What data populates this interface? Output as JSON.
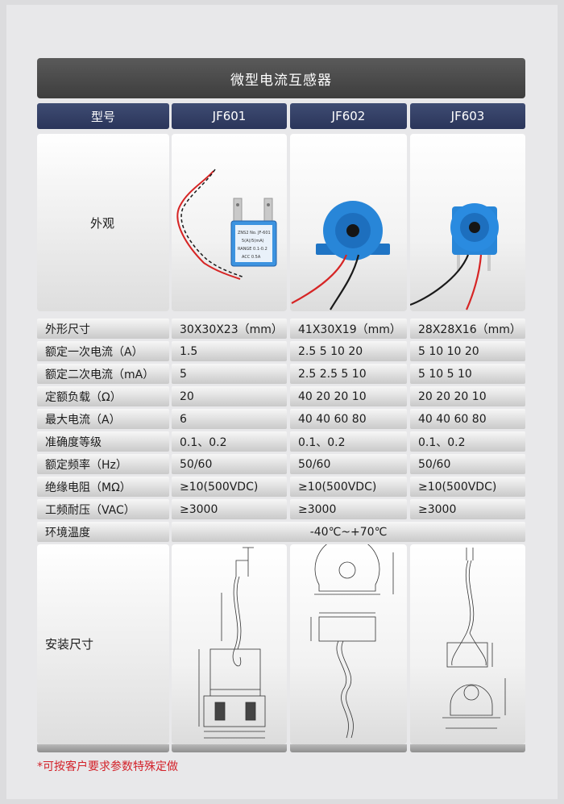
{
  "title": "微型电流互感器",
  "header": {
    "model_label": "型号",
    "models": [
      "JF601",
      "JF602",
      "JF603"
    ]
  },
  "appearance_label": "外观",
  "jf601_label_text": [
    "ZNS2 No. JF-601",
    "5(A)/5(mA)",
    "RANGE 0.1-0.2",
    "ACC 0.5A"
  ],
  "rows": [
    {
      "label": "外形尺寸",
      "values": [
        "30X30X23（mm）",
        "41X30X19（mm）",
        "28X28X16（mm）"
      ]
    },
    {
      "label": "额定一次电流（A）",
      "values": [
        "1.5",
        "2.5  5  10  20",
        "5  10  10  20"
      ]
    },
    {
      "label": "额定二次电流（mA）",
      "values": [
        "5",
        "2.5  2.5  5  10",
        "5  10  5  10"
      ]
    },
    {
      "label": "定额负载（Ω）",
      "values": [
        "20",
        "40  20  20  10",
        "20  20  20  10"
      ]
    },
    {
      "label": "最大电流（A）",
      "values": [
        "6",
        "40  40  60  80",
        "40  40  60  80"
      ]
    },
    {
      "label": "准确度等级",
      "values": [
        "0.1、0.2",
        "0.1、0.2",
        "0.1、0.2"
      ]
    },
    {
      "label": "额定频率（Hz）",
      "values": [
        "50/60",
        "50/60",
        "50/60"
      ]
    },
    {
      "label": "绝缘电阻（MΩ）",
      "values": [
        "≥10(500VDC)",
        "≥10(500VDC)",
        "≥10(500VDC)"
      ]
    },
    {
      "label": "工频耐压（VAC）",
      "values": [
        "≥3000",
        "≥3000",
        "≥3000"
      ]
    }
  ],
  "temp_row": {
    "label": "环境温度",
    "value": "-40℃~+70℃"
  },
  "install_label": "安装尺寸",
  "note": "*可按客户要求参数特殊定做",
  "colors": {
    "title_bar": "#4a4a4a",
    "header_blue": "#2f3b62",
    "ct_blue": "#1f7fd0",
    "wire_red": "#d62525",
    "wire_black": "#1a1a1a",
    "note_red": "#d3222a"
  }
}
